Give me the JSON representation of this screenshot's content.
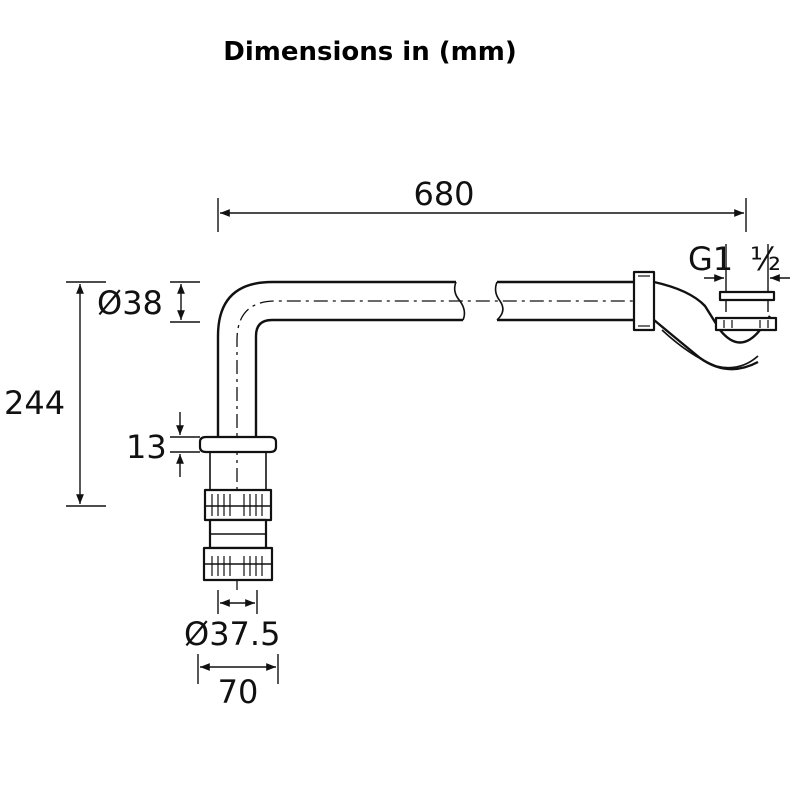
{
  "title": "Dimensions in (mm)",
  "dimensions": {
    "overall_length": "680",
    "overall_height": "244",
    "pipe_diameter": "Ø38",
    "flange_thickness": "13",
    "outlet_diameter": "Ø37.5",
    "outlet_width": "70",
    "thread_label": "G1",
    "thread_fraction": "½"
  }
}
